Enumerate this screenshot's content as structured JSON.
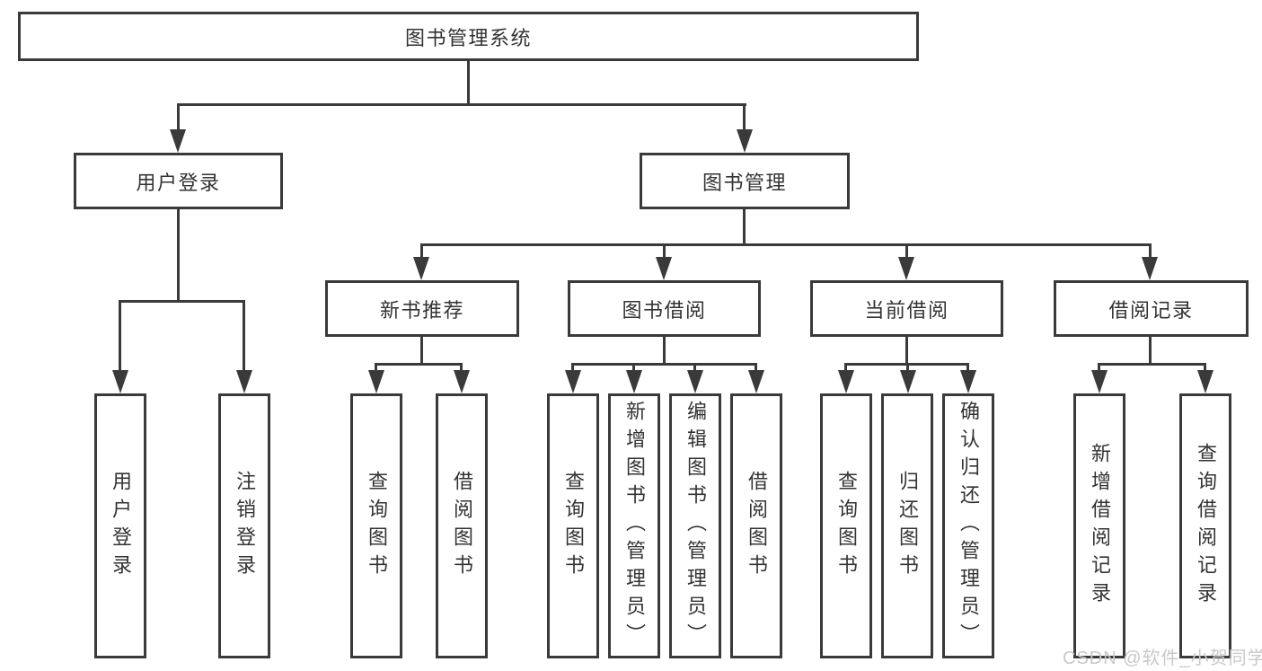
{
  "root": {
    "label": "图书管理系统"
  },
  "level2": {
    "user_login": "用户登录",
    "book_management": "图书管理"
  },
  "level3": {
    "new_book": "新书推荐",
    "book_borrow": "图书借阅",
    "current_borrow": "当前借阅",
    "borrow_record": "借阅记录"
  },
  "leaves": {
    "user": [
      "用户登录",
      "注销登录"
    ],
    "new_book": [
      "查询图书",
      "借阅图书"
    ],
    "book_borrow": [
      "查询图书",
      "新增图书（管理员）",
      "编辑图书（管理员）",
      "借阅图书"
    ],
    "current_borrow": [
      "查询图书",
      "归还图书",
      "确认归还（管理员）"
    ],
    "borrow_record": [
      "新增借阅记录",
      "查询借阅记录"
    ]
  },
  "watermark": "CSDN @软件_小贺同学",
  "colors": {
    "line": "#3a3a3a",
    "text": "#333333",
    "watermark": "#c9c9c9",
    "background": "#ffffff"
  }
}
